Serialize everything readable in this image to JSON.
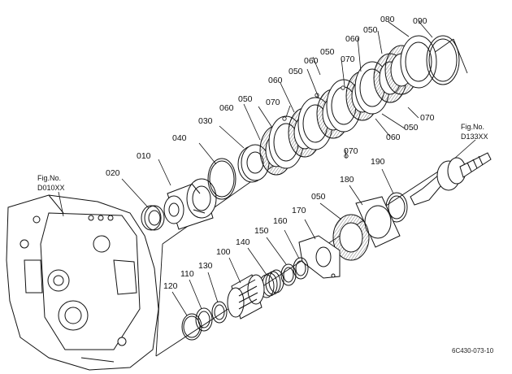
{
  "colors": {
    "ink": "#111111",
    "paper": "#ffffff",
    "hatch": "#555555"
  },
  "refs": {
    "left_fig": "Fig.No.",
    "left_code": "D010XX",
    "right_fig": "Fig.No.",
    "right_code": "D133XX"
  },
  "drawing_code": "6C430-073-10",
  "part_numbers": {
    "p010": "010",
    "p020": "020",
    "p030": "030",
    "p040": "040",
    "p050_a": "050",
    "p050_b": "050",
    "p050_c": "050",
    "p050_d": "050",
    "p050_e": "050",
    "p050_f": "050",
    "p060_a": "060",
    "p060_b": "060",
    "p060_c": "060",
    "p060_d": "060",
    "p060_e": "060",
    "p070_a": "070",
    "p070_b": "070",
    "p070_c": "070",
    "p070_d": "070",
    "p080": "080",
    "p090": "090",
    "p100": "100",
    "p110": "110",
    "p120": "120",
    "p130": "130",
    "p140": "140",
    "p150": "150",
    "p160": "160",
    "p170": "170",
    "p180": "180",
    "p190": "190"
  }
}
